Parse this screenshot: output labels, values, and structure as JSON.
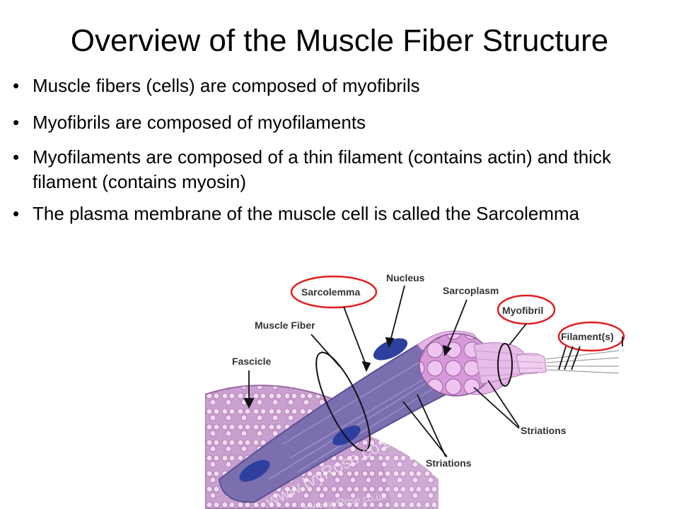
{
  "slide": {
    "title": "Overview of the Muscle Fiber Structure",
    "bullet_symbol": "•",
    "bullets": [
      "Muscle fibers (cells) are composed of myofibrils",
      "Myofibrils are composed of myofilaments",
      "Myofilaments are composed of a thin filament (contains actin) and thick filament (contains myosin)",
      "The plasma membrane of the muscle cell is called the Sarcolemma"
    ]
  },
  "figure": {
    "labels": {
      "sarcolemma": "Sarcolemma",
      "nucleus": "Nucleus",
      "sarcoplasm": "Sarcoplasm",
      "myofibril": "Myofibril",
      "filaments": "Filament(s)",
      "muscle_fiber": "Muscle Fiber",
      "fascicle": "Fascicle",
      "striations_right": "Striations",
      "striations_bottom": "Striations"
    },
    "watermarks": [
      "www.IvyRose.co.uk",
      "www.IvyRose.co.uk"
    ],
    "colors": {
      "highlight_circle": "#e02020",
      "fiber": "#7b6fb0",
      "nucleus": "#2e3f9e",
      "fascicle": "#c9a0cf",
      "myofibril": "#e6b6e6"
    }
  }
}
